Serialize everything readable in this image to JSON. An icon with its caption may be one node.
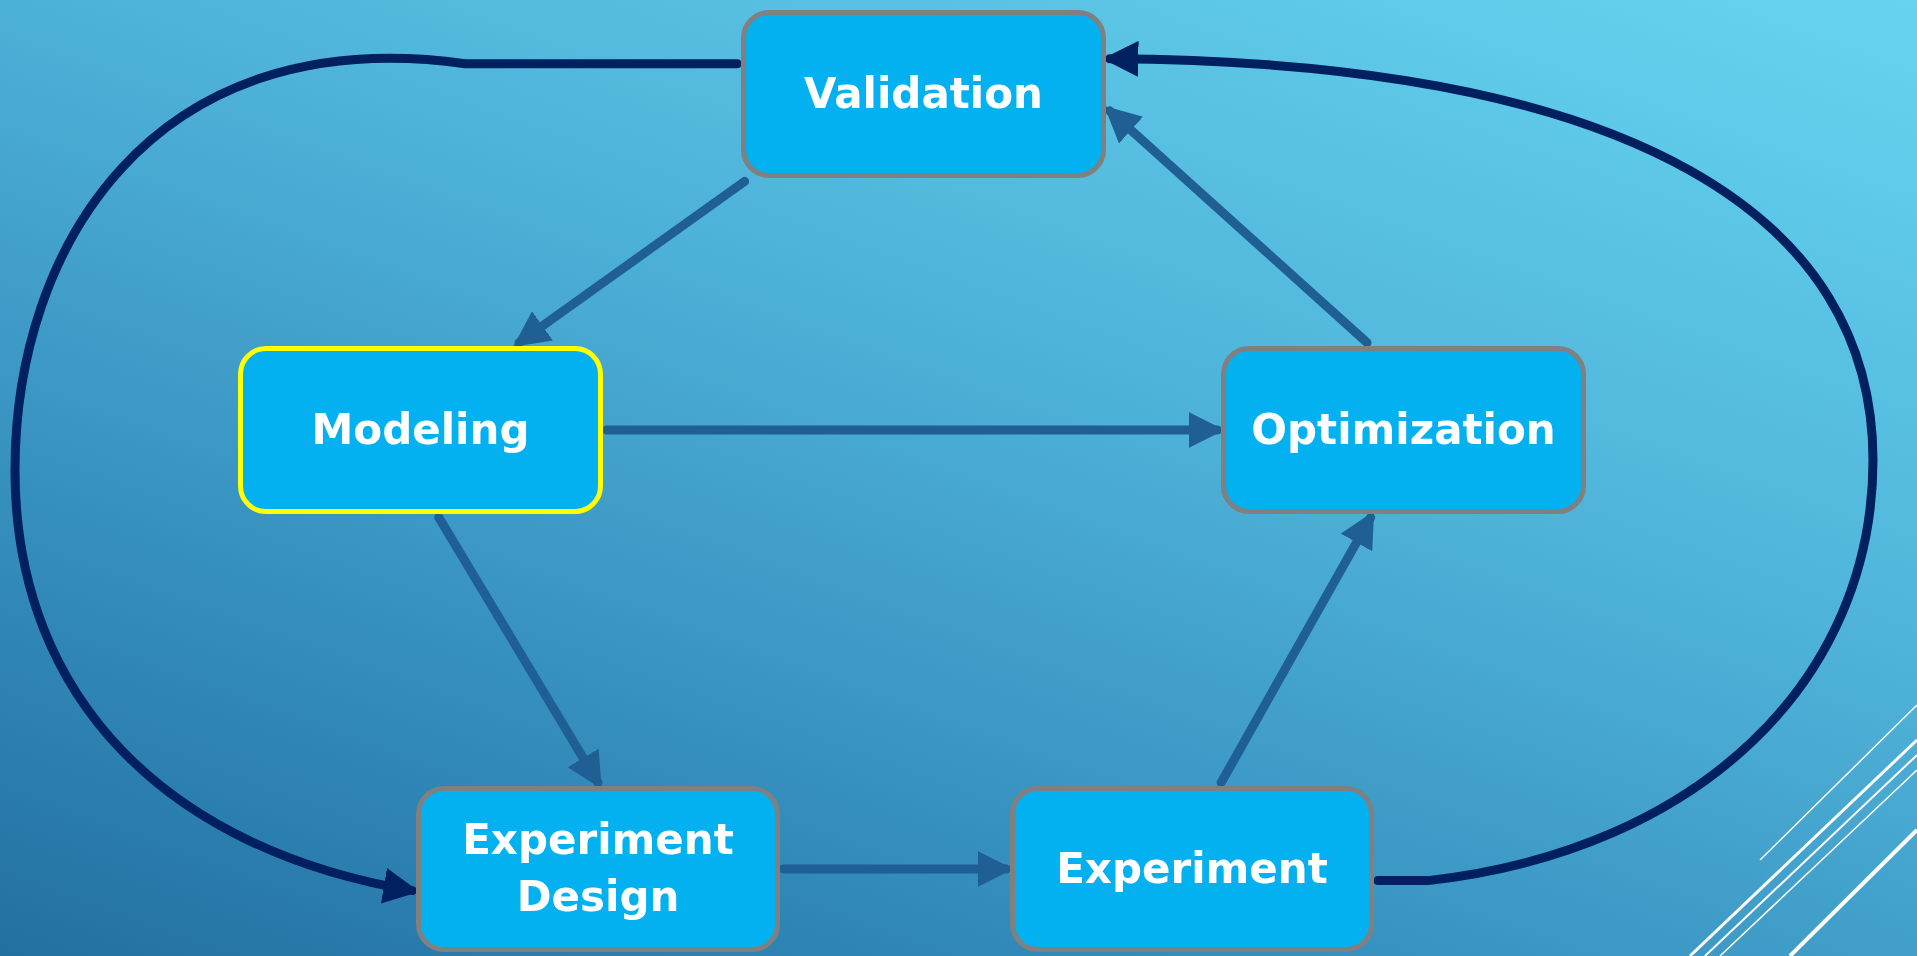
{
  "diagram": {
    "nodes": [
      {
        "text": [
          "Validation"
        ]
      },
      {
        "text": [
          "Modeling"
        ]
      },
      {
        "text": [
          "Optimization"
        ]
      },
      {
        "text": [
          "Experiment Design"
        ]
      },
      {
        "text": [
          "Experiment"
        ]
      }
    ],
    "edges": [
      {
        "from": 0,
        "to": 1,
        "arrow": "to"
      },
      {
        "from": 1,
        "to": 2,
        "arrow": "to"
      },
      {
        "from": 1,
        "to": 3,
        "arrow": "to"
      },
      {
        "from": 3,
        "to": 4,
        "arrow": "to"
      },
      {
        "from": 4,
        "to": 2,
        "arrow": "to"
      },
      {
        "from": 2,
        "to": 0,
        "arrow": "to"
      },
      {
        "from": 0,
        "to": 3,
        "arrow": "to",
        "color": "#002060"
      },
      {
        "from": 4,
        "to": 0,
        "arrow": "to",
        "color": "#002060"
      }
    ]
  }
}
